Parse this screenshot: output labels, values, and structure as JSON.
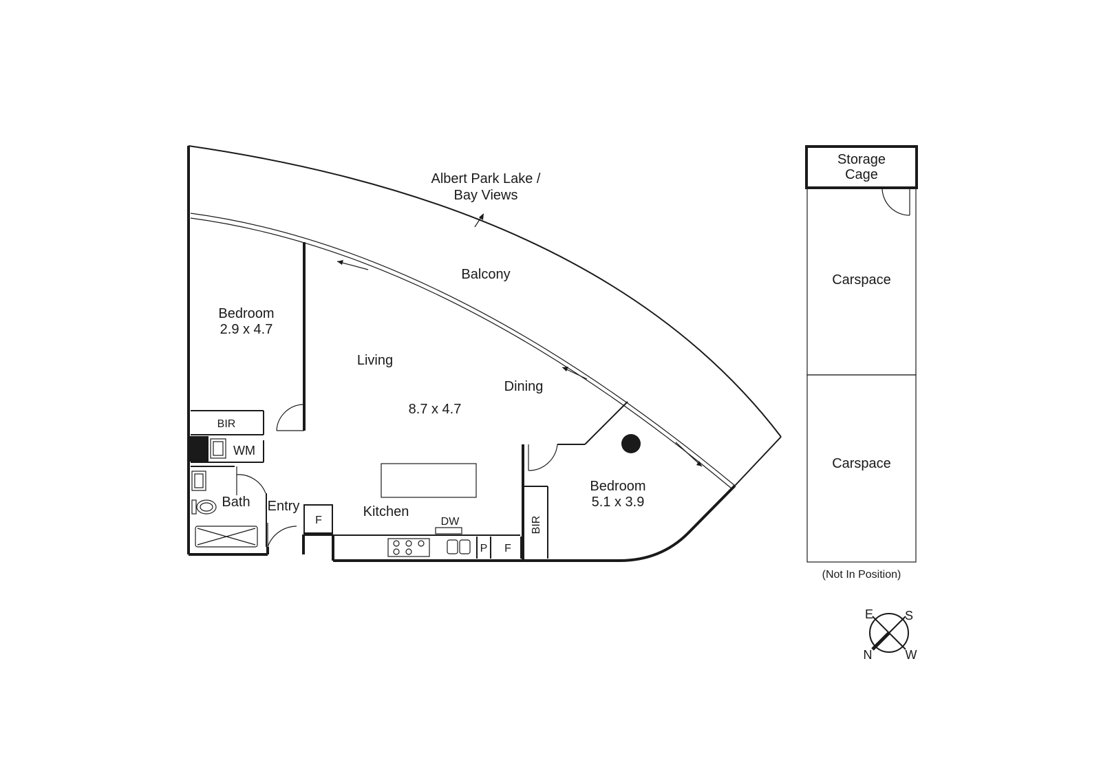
{
  "rooms": {
    "view_label_line1": "Albert Park Lake /",
    "view_label_line2": "Bay Views",
    "balcony": "Balcony",
    "bedroom1_name": "Bedroom",
    "bedroom1_size": "2.9 x 4.7",
    "living": "Living",
    "dining": "Dining",
    "living_size": "8.7 x 4.7",
    "bedroom2_name": "Bedroom",
    "bedroom2_size": "5.1 x 3.9",
    "kitchen": "Kitchen",
    "bath": "Bath",
    "entry": "Entry",
    "bir1": "BIR",
    "bir2": "BIR",
    "wm": "WM",
    "dw": "DW",
    "fridge1": "F",
    "fridge2": "F",
    "pantry": "P"
  },
  "parking": {
    "storage_line1": "Storage",
    "storage_line2": "Cage",
    "carspace1": "Carspace",
    "carspace2": "Carspace",
    "note": "(Not In Position)"
  },
  "compass": {
    "e": "E",
    "s": "S",
    "n": "N",
    "w": "W"
  }
}
